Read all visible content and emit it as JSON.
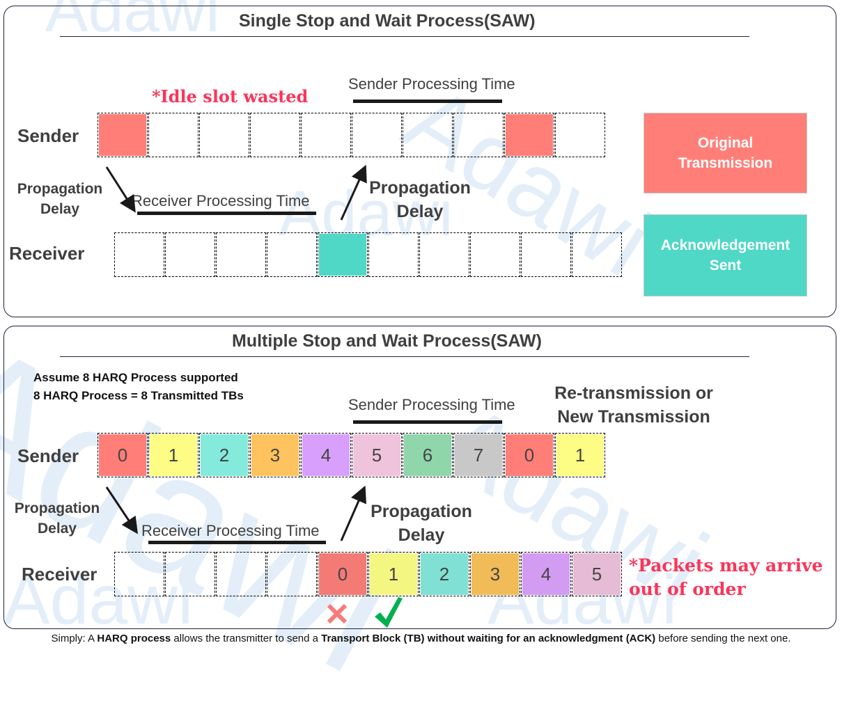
{
  "watermark": "Adawi",
  "single": {
    "title": "Single Stop and Wait Process(SAW)",
    "idle_note": "*Idle slot wasted",
    "sender_label": "Sender",
    "receiver_label": "Receiver",
    "sender_processing": "Sender Processing Time",
    "receiver_processing": "Receiver Processing Time",
    "propagation_left_line1": "Propagation",
    "propagation_left_line2": "Delay",
    "propagation_right_line1": "Propagation",
    "propagation_right_line2": "Delay",
    "sender_slots": [
      {
        "state": "original",
        "color": "#ff7f78"
      },
      {
        "state": "empty"
      },
      {
        "state": "empty"
      },
      {
        "state": "empty"
      },
      {
        "state": "empty"
      },
      {
        "state": "empty"
      },
      {
        "state": "empty"
      },
      {
        "state": "empty"
      },
      {
        "state": "original",
        "color": "#ff7f78"
      },
      {
        "state": "empty"
      }
    ],
    "receiver_slots": [
      {
        "state": "empty"
      },
      {
        "state": "empty"
      },
      {
        "state": "empty"
      },
      {
        "state": "empty"
      },
      {
        "state": "ack",
        "color": "#4fd8c5"
      },
      {
        "state": "empty"
      },
      {
        "state": "empty"
      },
      {
        "state": "empty"
      },
      {
        "state": "empty"
      },
      {
        "state": "empty"
      }
    ],
    "legend": [
      {
        "line1": "Original",
        "line2": "Transmission",
        "color": "#ff7f78"
      },
      {
        "line1": "Acknowledgement",
        "line2": "Sent",
        "color": "#4fd8c5"
      }
    ]
  },
  "multiple": {
    "title": "Multiple Stop and Wait Process(SAW)",
    "assumption_line1": "Assume 8 HARQ Process supported",
    "assumption_line2": "8 HARQ Process = 8 Transmitted TBs",
    "retx_line1": "Re-transmission or",
    "retx_line2": "New Transmission",
    "sender_label": "Sender",
    "receiver_label": "Receiver",
    "sender_processing": "Sender Processing Time",
    "receiver_processing": "Receiver Processing Time",
    "propagation_left_line1": "Propagation",
    "propagation_left_line2": "Delay",
    "propagation_right_line1": "Propagation",
    "propagation_right_line2": "Delay",
    "out_of_order_line1": "*Packets may arrive",
    "out_of_order_line2": "out of order",
    "sender_slots": [
      {
        "label": "0",
        "color": "#ff7f78"
      },
      {
        "label": "1",
        "color": "#fdfd85"
      },
      {
        "label": "2",
        "color": "#84eadb"
      },
      {
        "label": "3",
        "color": "#fec35e"
      },
      {
        "label": "4",
        "color": "#d8a0fc"
      },
      {
        "label": "5",
        "color": "#f0c3dd"
      },
      {
        "label": "6",
        "color": "#8fd6aa"
      },
      {
        "label": "7",
        "color": "#c8c8c8"
      },
      {
        "label": "0",
        "color": "#ff7f78"
      },
      {
        "label": "1",
        "color": "#fdfd85"
      }
    ],
    "receiver_slots": [
      {
        "label": ""
      },
      {
        "label": ""
      },
      {
        "label": ""
      },
      {
        "label": ""
      },
      {
        "label": "0",
        "color": "#f47a76",
        "status": "nack"
      },
      {
        "label": "1",
        "color": "#f4f682",
        "status": "ack"
      },
      {
        "label": "2",
        "color": "#80e0d3"
      },
      {
        "label": "3",
        "color": "#f1bb57"
      },
      {
        "label": "4",
        "color": "#d39cf3"
      },
      {
        "label": "5",
        "color": "#e6bbd5"
      }
    ],
    "status_icons": {
      "nack": "cross-mark",
      "ack": "check-mark"
    }
  },
  "footer": {
    "p1": "Simply: A ",
    "b1": "HARQ process",
    "p2": " allows the transmitter to send a ",
    "b2": "Transport Block (TB) without waiting for an acknowledgment (ACK)",
    "p3": " before sending the next one."
  }
}
